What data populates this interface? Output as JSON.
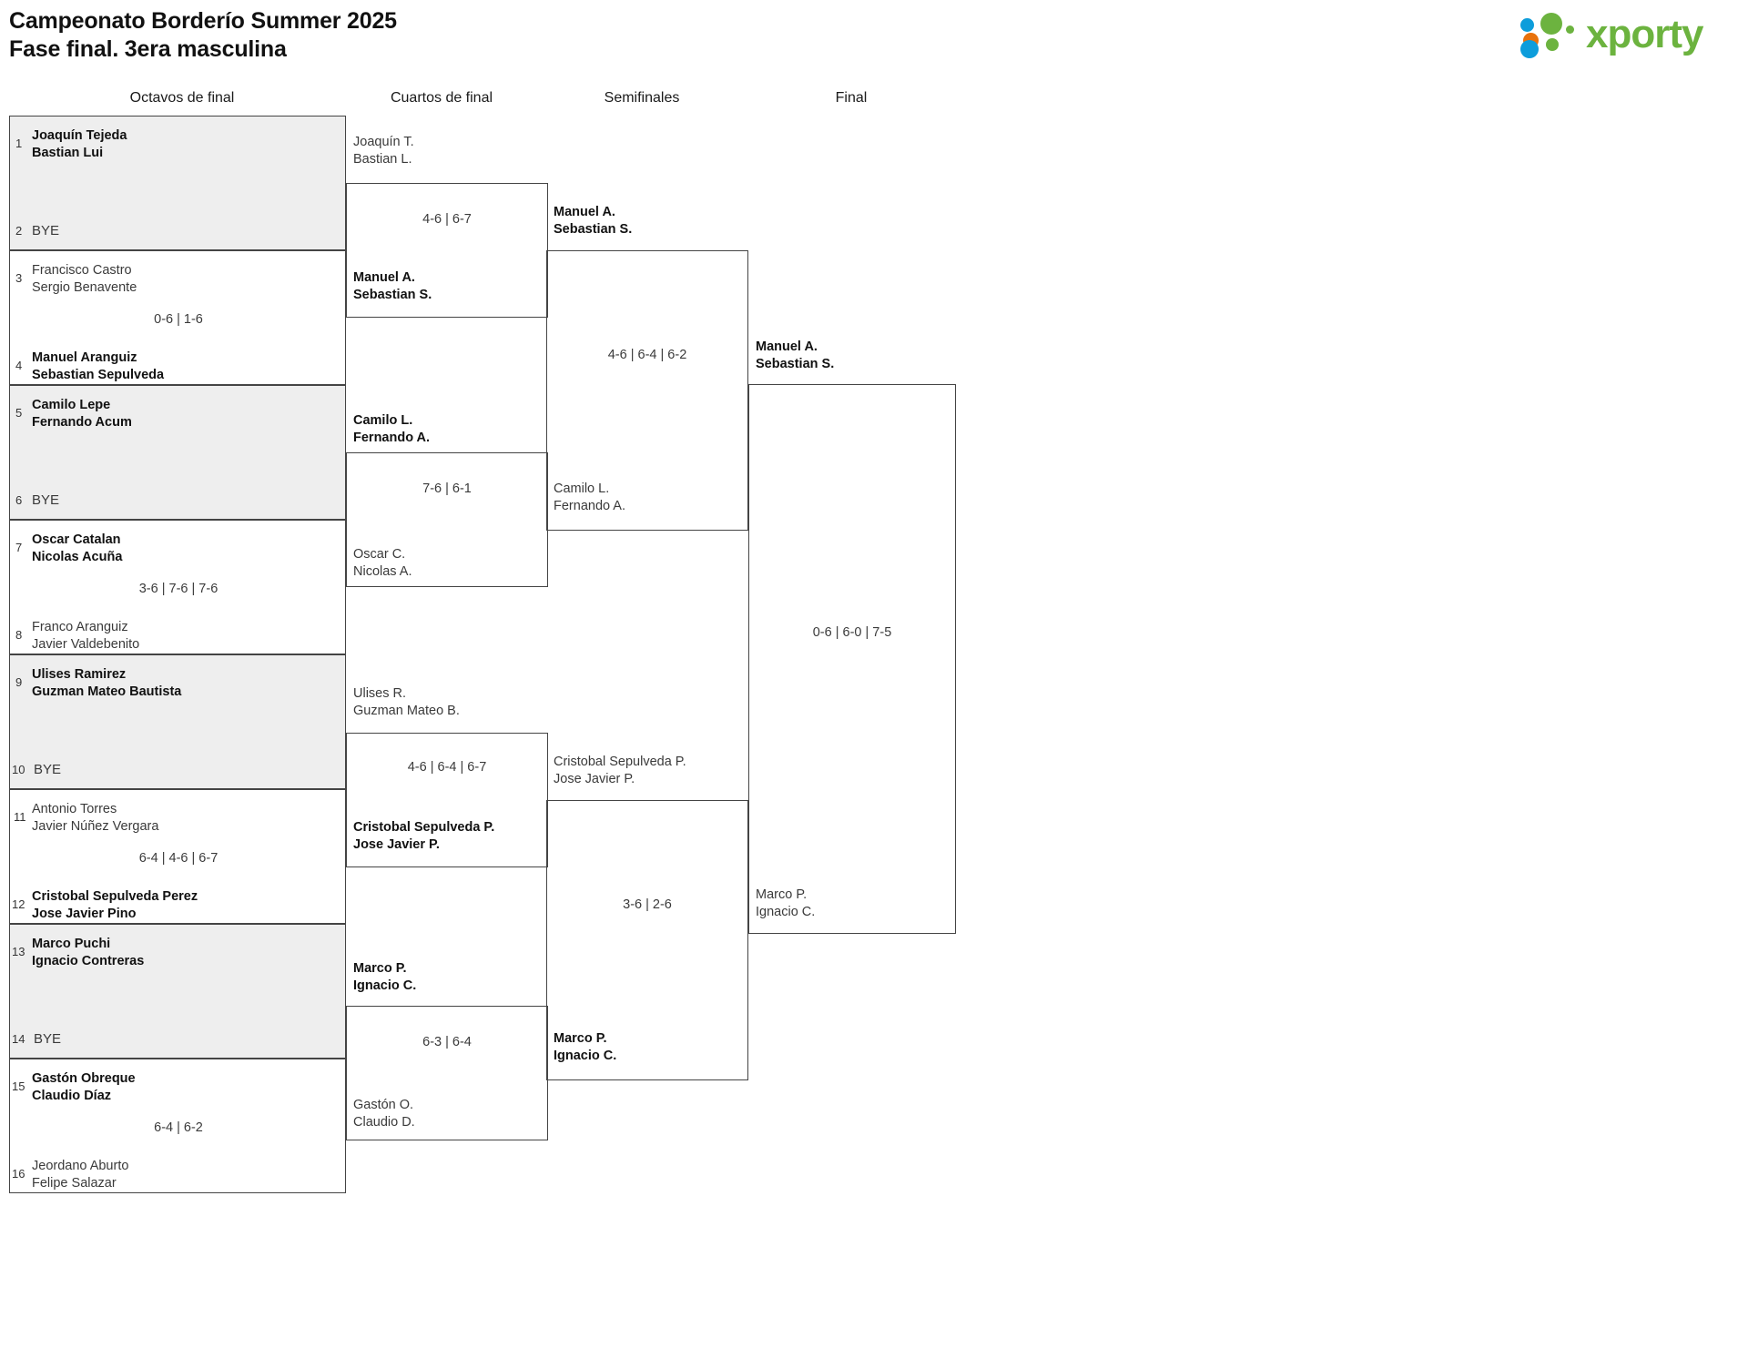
{
  "header": {
    "title_line1": "Campeonato Borderío Summer 2025",
    "title_line2": "Fase final. 3era masculina",
    "logo_text": "xporty",
    "logo_colors": {
      "green": "#6cb33f",
      "blue": "#0d9ddb",
      "orange": "#e8720c"
    }
  },
  "colors": {
    "shade": "#eeeeee",
    "border": "#444444",
    "text": "#3a3a3a",
    "text_bold": "#111111"
  },
  "rounds": [
    {
      "label": "Octavos de final"
    },
    {
      "label": "Cuartos de final"
    },
    {
      "label": "Semifinales"
    },
    {
      "label": "Final"
    }
  ],
  "r16": [
    {
      "shaded": true,
      "top": {
        "seed": "1",
        "p1": "Joaquín Tejeda",
        "p2": "Bastian Lui",
        "winner": true
      },
      "bottom": {
        "seed": "2",
        "bye": "BYE"
      },
      "score": ""
    },
    {
      "shaded": false,
      "top": {
        "seed": "3",
        "p1": "Francisco Castro",
        "p2": "Sergio Benavente",
        "winner": false
      },
      "bottom": {
        "seed": "4",
        "p1": "Manuel Aranguiz",
        "p2": "Sebastian Sepulveda",
        "winner": true
      },
      "score": "0-6 | 1-6"
    },
    {
      "shaded": true,
      "top": {
        "seed": "5",
        "p1": "Camilo Lepe",
        "p2": "Fernando Acum",
        "winner": true
      },
      "bottom": {
        "seed": "6",
        "bye": "BYE"
      },
      "score": ""
    },
    {
      "shaded": false,
      "top": {
        "seed": "7",
        "p1": "Oscar Catalan",
        "p2": "Nicolas Acuña",
        "winner": true
      },
      "bottom": {
        "seed": "8",
        "p1": "Franco Aranguiz",
        "p2": "Javier Valdebenito",
        "winner": false
      },
      "score": "3-6 | 7-6 | 7-6"
    },
    {
      "shaded": true,
      "top": {
        "seed": "9",
        "p1": "Ulises Ramirez",
        "p2": "Guzman Mateo Bautista",
        "winner": true
      },
      "bottom": {
        "seed": "10",
        "bye": "BYE"
      },
      "score": ""
    },
    {
      "shaded": false,
      "top": {
        "seed": "11",
        "p1": "Antonio Torres",
        "p2": "Javier Núñez Vergara",
        "winner": false
      },
      "bottom": {
        "seed": "12",
        "p1": "Cristobal Sepulveda Perez",
        "p2": "Jose Javier Pino",
        "winner": true
      },
      "score": "6-4 | 4-6 | 6-7"
    },
    {
      "shaded": true,
      "top": {
        "seed": "13",
        "p1": "Marco Puchi",
        "p2": "Ignacio Contreras",
        "winner": true
      },
      "bottom": {
        "seed": "14",
        "bye": "BYE"
      },
      "score": ""
    },
    {
      "shaded": false,
      "top": {
        "seed": "15",
        "p1": "Gastón Obreque",
        "p2": "Claudio Díaz",
        "winner": true
      },
      "bottom": {
        "seed": "16",
        "p1": "Jeordano Aburto",
        "p2": "Felipe Salazar",
        "winner": false
      },
      "score": "6-4 | 6-2"
    }
  ],
  "quarters": [
    {
      "top": {
        "p1": "Joaquín T.",
        "p2": "Bastian L.",
        "winner": false
      },
      "bottom": {
        "p1": "Manuel A.",
        "p2": "Sebastian S.",
        "winner": true
      },
      "score": "4-6 | 6-7"
    },
    {
      "top": {
        "p1": "Camilo L.",
        "p2": "Fernando A.",
        "winner": true
      },
      "bottom": {
        "p1": "Oscar C.",
        "p2": "Nicolas A.",
        "winner": false
      },
      "score": "7-6 | 6-1"
    },
    {
      "top": {
        "p1": "Ulises R.",
        "p2": "Guzman Mateo B.",
        "winner": false
      },
      "bottom": {
        "p1": "Cristobal Sepulveda P.",
        "p2": "Jose Javier P.",
        "winner": true
      },
      "score": "4-6 | 6-4 | 6-7"
    },
    {
      "top": {
        "p1": "Marco P.",
        "p2": "Ignacio C.",
        "winner": true
      },
      "bottom": {
        "p1": "Gastón O.",
        "p2": "Claudio D.",
        "winner": false
      },
      "score": "6-3 | 6-4"
    }
  ],
  "semis": [
    {
      "top": {
        "p1": "Manuel A.",
        "p2": "Sebastian S.",
        "winner": true
      },
      "bottom": {
        "p1": "Camilo L.",
        "p2": "Fernando A.",
        "winner": false
      },
      "score": "4-6 | 6-4 | 6-2"
    },
    {
      "top": {
        "p1": "Cristobal Sepulveda P.",
        "p2": "Jose Javier P.",
        "winner": false
      },
      "bottom": {
        "p1": "Marco P.",
        "p2": "Ignacio C.",
        "winner": true
      },
      "score": "3-6 | 2-6"
    }
  ],
  "final": {
    "top": {
      "p1": "Manuel A.",
      "p2": "Sebastian S.",
      "winner": true
    },
    "bottom": {
      "p1": "Marco P.",
      "p2": "Ignacio C.",
      "winner": false
    },
    "score": "0-6 | 6-0 | 7-5"
  }
}
